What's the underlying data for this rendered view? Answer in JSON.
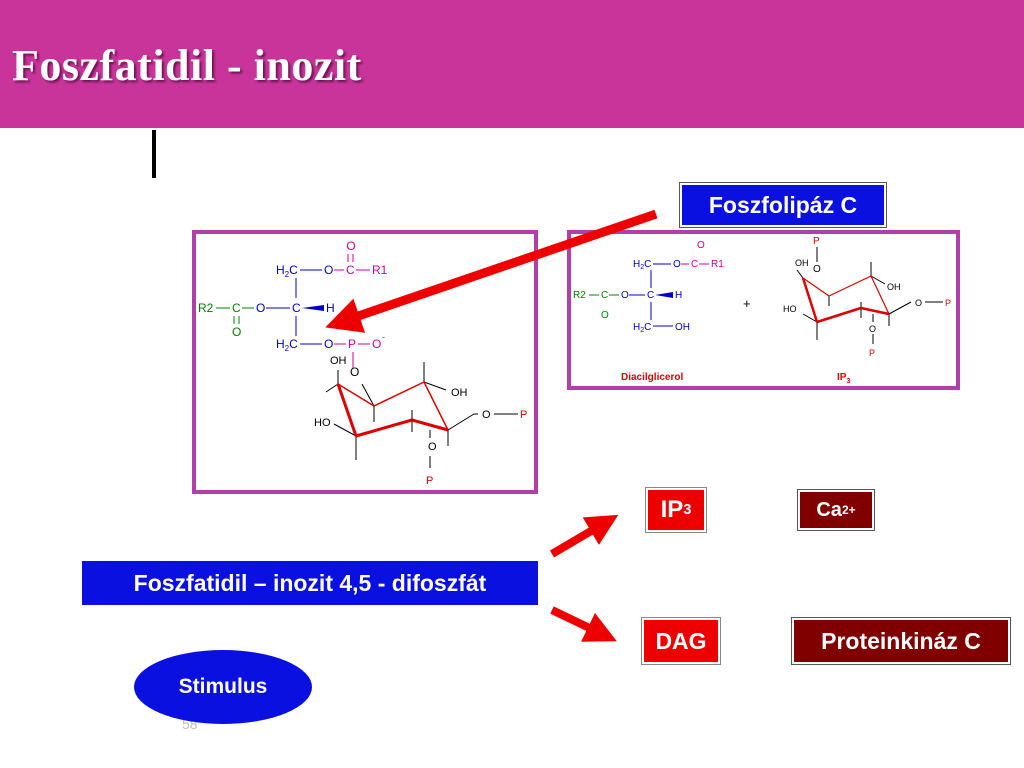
{
  "slide": {
    "title": "Foszfatidil - inozit",
    "page_number": "58"
  },
  "labels": {
    "phospholipase": "Foszfolipáz C",
    "pip2": "Foszfatidil – inozit 4,5 - difoszfát",
    "ip3_main": "IP",
    "ip3_sub": "3",
    "ca_main": "Ca",
    "ca_sup": "2+",
    "dag": "DAG",
    "pkc": "Proteinkináz C",
    "stimulus": "Stimulus"
  },
  "structure_left": {
    "top_o": "O",
    "h2c": "H",
    "c_sub": "2",
    "c": "C",
    "o": "O",
    "r1": "R1",
    "r2": "R2",
    "h": "H",
    "p": "P",
    "oh": "OH",
    "ho": "HO",
    "minus": "-"
  },
  "structure_right": {
    "plus": "+",
    "diacylglycerol": "Diacilglicerol",
    "ip3": "IP",
    "ip3_sub": "3"
  },
  "colors": {
    "header": "#c8349a",
    "blue_label": "#0a10e0",
    "red_label": "#ee0000",
    "maroon_label": "#800000",
    "frame": "#b040a8",
    "glycerol": "#0000cc",
    "ester": "#008000",
    "phosphate": "#cc0099",
    "ring": "#dd0000"
  }
}
